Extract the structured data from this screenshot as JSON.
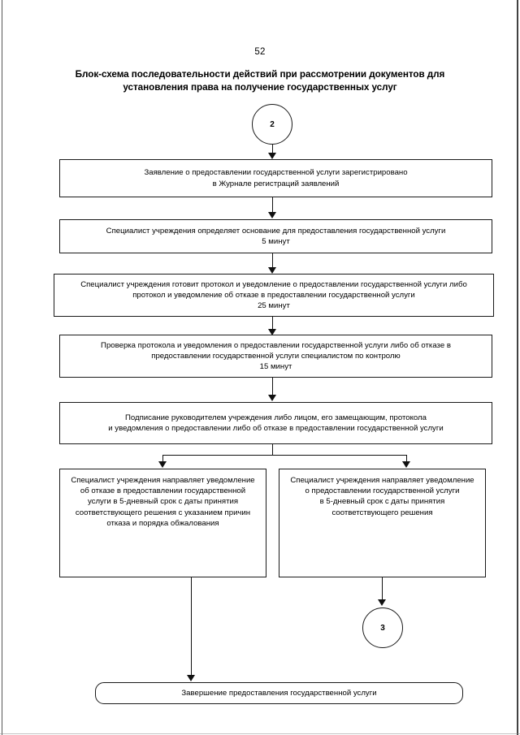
{
  "document": {
    "page_number": "52",
    "title": "Блок-схема последовательности действий при рассмотрении документов для установления права на получение государственных услуг"
  },
  "flowchart": {
    "type": "flowchart",
    "orientation": "top-to-bottom",
    "connector_in": {
      "label": "2",
      "shape": "circle"
    },
    "connector_out": {
      "label": "3",
      "shape": "circle"
    },
    "nodes": [
      {
        "id": "n1",
        "shape": "rectangle",
        "text": "Заявление о предоставлении государственной услуги зарегистрировано\nв Журнале регистраций заявлений"
      },
      {
        "id": "n2",
        "shape": "rectangle",
        "text": "Специалист учреждения определяет основание для предоставления государственной услуги\n5 минут",
        "duration": "5 минут"
      },
      {
        "id": "n3",
        "shape": "rectangle",
        "text": "Специалист учреждения готовит протокол и уведомление о предоставлении государственной услуги либо\nпротокол и уведомление об отказе в предоставлении государственной услуги\n25 минут",
        "duration": "25 минут"
      },
      {
        "id": "n4",
        "shape": "rectangle",
        "text": "Проверка протокола и уведомления о предоставлении государственной услуги либо об отказе в\nпредоставлении государственной услуги специалистом по контролю\n15 минут",
        "duration": "15 минут"
      },
      {
        "id": "n5",
        "shape": "rectangle",
        "text": "Подписание руководителем учреждения либо лицом, его замещающим, протокола\nи уведомления о предоставлении либо об отказе в предоставлении государственной услуги"
      },
      {
        "id": "n6",
        "shape": "rectangle",
        "branch": "left",
        "text": "Специалист учреждения направляет уведомление\nоб отказе в предоставлении государственной\nуслуги в 5-дневный срок с даты принятия\nсоответствующего  решения с указанием причин\nотказа и порядка обжалования"
      },
      {
        "id": "n7",
        "shape": "rectangle",
        "branch": "right",
        "text": "Специалист учреждения направляет уведомление\nо предоставлении государственной услуги\nв 5-дневный срок с даты принятия\nсоответствующего решения"
      },
      {
        "id": "n8",
        "shape": "rounded-rectangle",
        "text": "Завершение предоставления государственной услуги"
      }
    ],
    "edges": [
      {
        "from": "connector_in",
        "to": "n1"
      },
      {
        "from": "n1",
        "to": "n2"
      },
      {
        "from": "n2",
        "to": "n3"
      },
      {
        "from": "n3",
        "to": "n4"
      },
      {
        "from": "n4",
        "to": "n5"
      },
      {
        "from": "n5",
        "to": "n6"
      },
      {
        "from": "n5",
        "to": "n7"
      },
      {
        "from": "n7",
        "to": "connector_out"
      },
      {
        "from": "n6",
        "to": "n8"
      }
    ]
  }
}
